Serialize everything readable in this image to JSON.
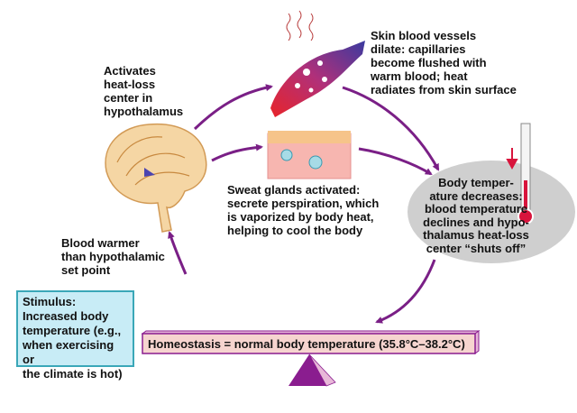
{
  "labels": {
    "activates": "Activates\nheat-loss\ncenter in\nhypothalamus",
    "skin_vessels": "Skin blood vessels\ndilate: capillaries\nbecome flushed with\nwarm blood; heat\nradiates from skin surface",
    "sweat": "Sweat glands activated:\nsecrete perspiration, which\nis vaporized by body heat,\nhelping to cool the body",
    "blood_warmer": "Blood warmer\nthan hypothalamic\nset point",
    "body_temp": "Body temper-\nature decreases:\nblood temperature\ndeclines and hypo-\nthalamus heat-loss\ncenter “shuts off”",
    "stimulus": "Stimulus:\nIncreased body\ntemperature (e.g.,\nwhen exercising or\nthe climate is hot)",
    "homeostasis": "Homeostasis = normal body temperature (35.8°C–38.2°C)"
  },
  "colors": {
    "arrow": "#7a1f86",
    "beam_fill": "#f6d4cf",
    "beam_border": "#8a1d8f",
    "stimulus_fill": "#c8ecf6",
    "stimulus_border": "#3aa7b8",
    "ellipse_fill": "#cfcfcf",
    "thermometer_red": "#d8143c"
  },
  "icons": [
    "brain-icon",
    "blood-vessel-icon",
    "skin-sweat-gland-icon",
    "thermometer-icon",
    "down-arrow-icon",
    "fulcrum-icon"
  ]
}
